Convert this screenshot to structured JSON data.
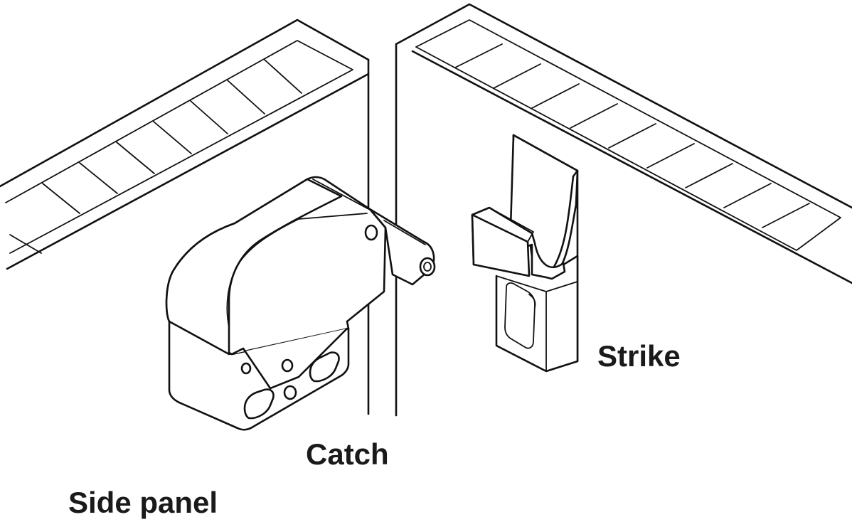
{
  "labels": {
    "strike": "Strike",
    "catch": "Catch",
    "side_panel": "Side panel"
  },
  "colors": {
    "line": "#111111",
    "text": "#1a1a1a",
    "background": "#ffffff"
  }
}
